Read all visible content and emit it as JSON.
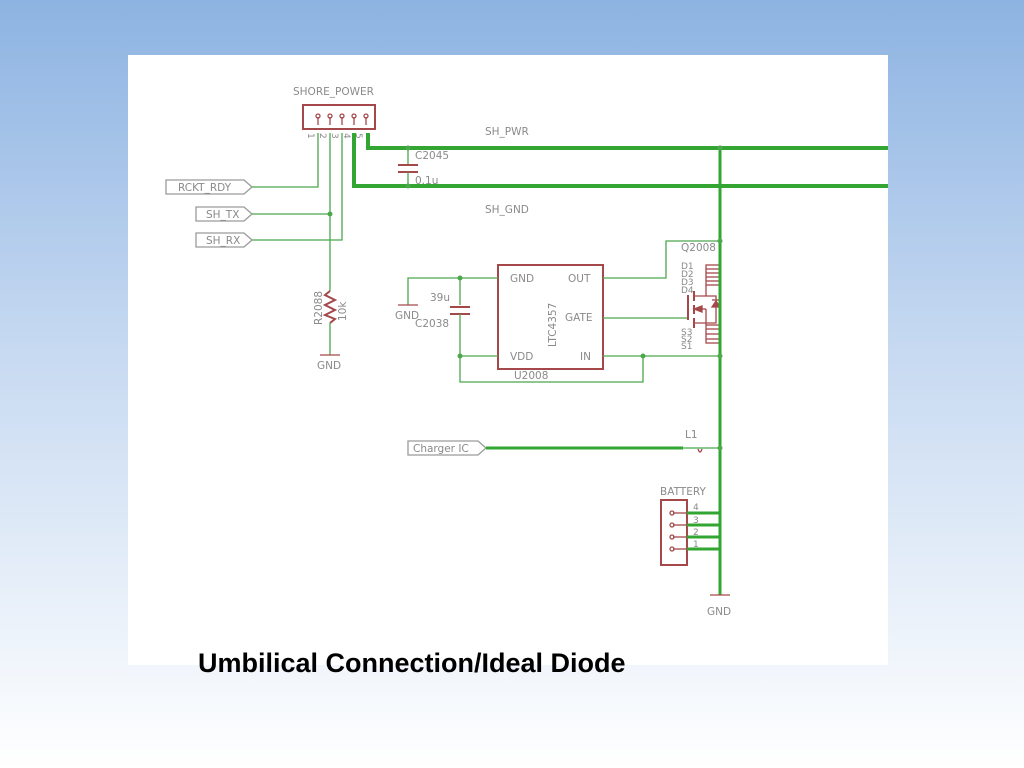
{
  "slide": {
    "title": "Umbilical Connection/Ideal Diode"
  },
  "schematic": {
    "colors": {
      "wire": "#4ca84a",
      "bus": "#33a532",
      "part": "#a5484a",
      "label": "#8a8a8a",
      "port": "#9a9a9a"
    },
    "connectors": {
      "shore_power": {
        "name": "SHORE_POWER",
        "pins": [
          "1",
          "2",
          "3",
          "4",
          "5"
        ]
      },
      "battery": {
        "name": "BATTERY",
        "pins": [
          "4",
          "3",
          "2",
          "1"
        ]
      }
    },
    "nets": {
      "sh_pwr": "SH_PWR",
      "sh_gnd": "SH_GND"
    },
    "ports": {
      "rckt_rdy": "RCKT_RDY",
      "sh_tx": "SH_TX",
      "sh_rx": "SH_RX",
      "charger_ic": "Charger IC"
    },
    "capacitor_c2045": {
      "name": "C2045",
      "value": "0.1u"
    },
    "capacitor_c2038": {
      "name": "C2038",
      "value": "39u"
    },
    "resistor_r2088": {
      "name": "R2088",
      "value": "10k"
    },
    "ic_u2008": {
      "name": "U2008",
      "part": "LTC4357",
      "pins": {
        "gnd": "GND",
        "out": "OUT",
        "gate": "GATE",
        "vdd": "VDD",
        "in": "IN"
      }
    },
    "mosfet_q2008": {
      "name": "Q2008",
      "drain_pins": [
        "D1",
        "D2",
        "D3",
        "D4"
      ],
      "source_pins": [
        "S3",
        "S2",
        "S1"
      ]
    },
    "inductor_l1": {
      "name": "L1"
    },
    "ground_labels": {
      "resistor_gnd": "GND",
      "cap_gnd": "GND",
      "battery_gnd": "GND"
    }
  }
}
